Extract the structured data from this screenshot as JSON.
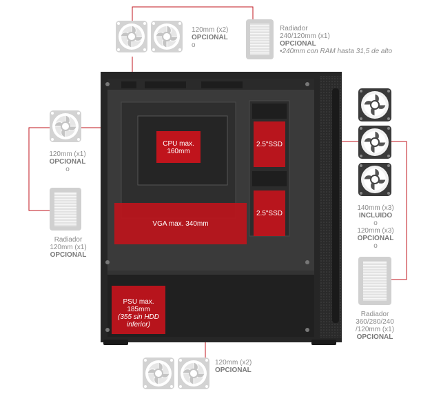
{
  "top_fans": {
    "size": "120mm (x2)",
    "status": "OPCIONAL",
    "or": "o"
  },
  "top_radiator": {
    "title": "Radiador",
    "size": "240/120mm (x1)",
    "status": "OPCIONAL",
    "note": "•240mm con RAM hasta 31,5 de alto"
  },
  "left_fan": {
    "size": "120mm (x1)",
    "status": "OPCIONAL",
    "or": "o"
  },
  "left_radiator": {
    "title": "Radiador",
    "size": "120mm (x1)",
    "status": "OPCIONAL"
  },
  "right_fans": {
    "size1": "140mm (x3)",
    "status1": "INCLUIDO",
    "or1": "o",
    "size2": "120mm (x3)",
    "status2": "OPCIONAL",
    "or2": "o"
  },
  "right_radiator": {
    "title": "Radiador",
    "size": "360/280/240",
    "size2": "/120mm (x1)",
    "status": "OPCIONAL"
  },
  "bottom_fans": {
    "size": "120mm (x2)",
    "status": "OPCIONAL"
  },
  "cpu": {
    "line1": "CPU max.",
    "line2": "160mm"
  },
  "ssd1": {
    "label": "2.5\"SSD"
  },
  "ssd2": {
    "label": "2.5\"SSD"
  },
  "vga": {
    "label": "VGA max. 340mm"
  },
  "psu": {
    "line1": "PSU max. 185mm",
    "line2": "(355 sin HDD",
    "line3": "inferior)"
  },
  "colors": {
    "accent": "#c0141c",
    "case": "#2b2b2b",
    "icon": "#cfcfcf"
  }
}
